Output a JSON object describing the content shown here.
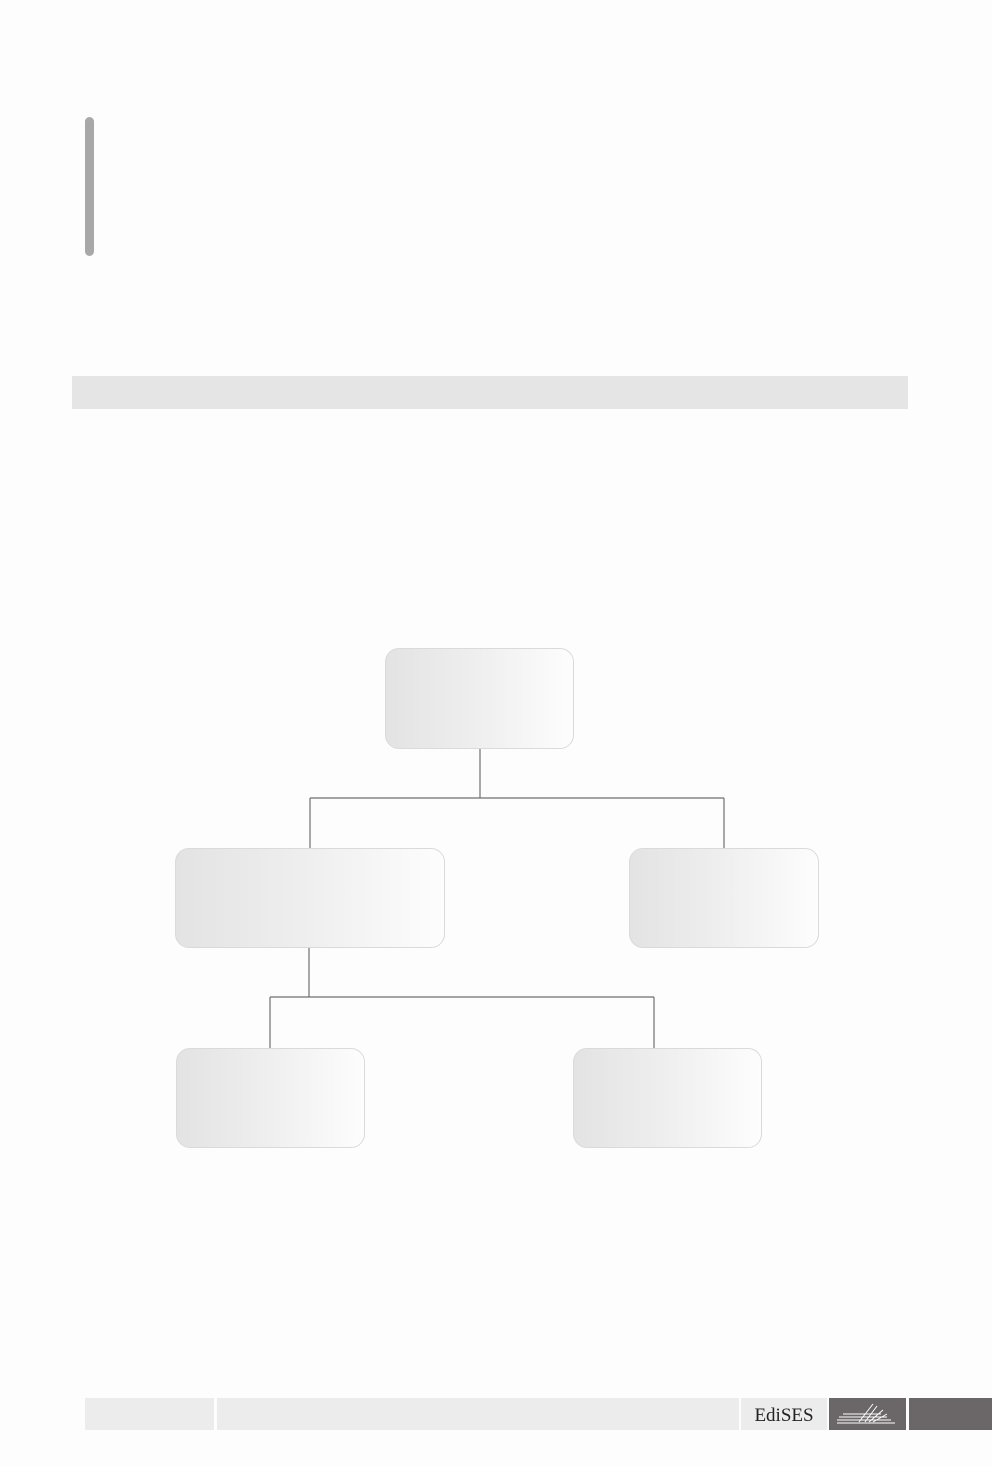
{
  "diagram": {
    "nodes": [
      {
        "id": "root",
        "label": ""
      },
      {
        "id": "child-left",
        "label": ""
      },
      {
        "id": "child-right",
        "label": ""
      },
      {
        "id": "grandchild-left",
        "label": ""
      },
      {
        "id": "grandchild-right",
        "label": ""
      }
    ],
    "edges": [
      [
        "root",
        "child-left"
      ],
      [
        "root",
        "child-right"
      ],
      [
        "child-left",
        "grandchild-left"
      ],
      [
        "child-left",
        "grandchild-right"
      ]
    ]
  },
  "footer": {
    "publisher": "EdiSES",
    "page_number": "",
    "brand_colors": {
      "dark": "#6b6667",
      "light": "#ececec"
    }
  },
  "colors": {
    "accent_bar": "#a7a8a7",
    "section_band": "#e5e5e5",
    "connector": "#6f6f6f"
  }
}
